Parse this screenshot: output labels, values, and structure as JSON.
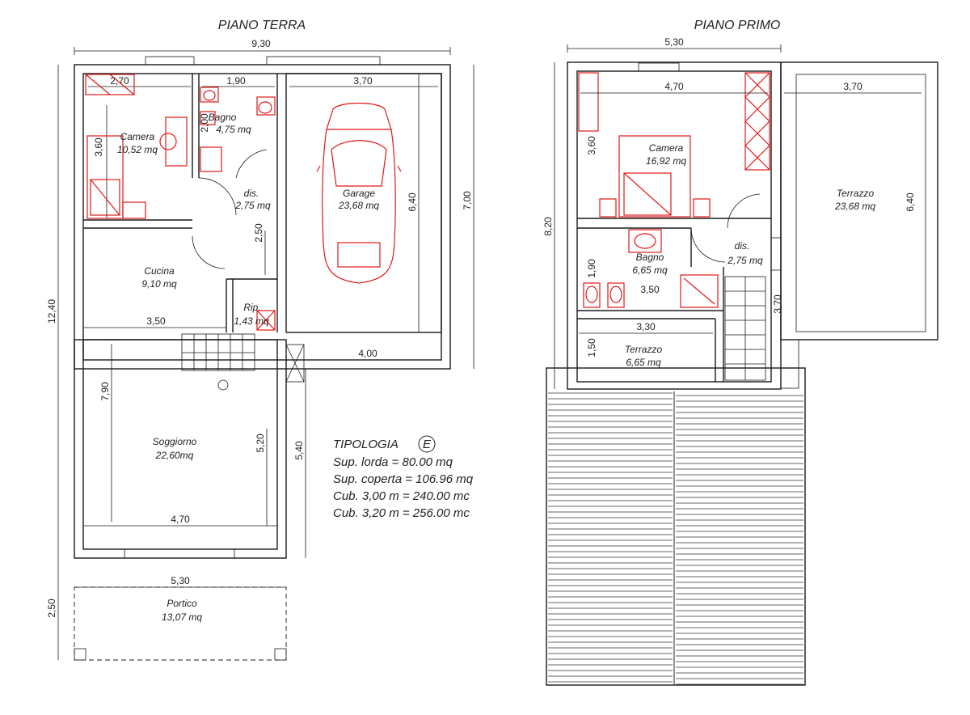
{
  "titles": {
    "ground": "PIANO TERRA",
    "first": "PIANO PRIMO"
  },
  "ground": {
    "dims": {
      "total_width": "9,30",
      "camera_w": "2,70",
      "bagno_w": "1,90",
      "garage_w": "3,70",
      "camera_h": "3,60",
      "bagno_h": "2,00",
      "dis_h": "2,50",
      "garage_h": "6,40",
      "right_total": "7,00",
      "left_total": "12,40",
      "cucina_w": "3,50",
      "garage_bottom": "4,00",
      "soggiorno_h": "7,90",
      "soggiorno_inner": "5,20",
      "right_lower": "5,40",
      "soggiorno_w": "4,70",
      "outer_w": "5,30",
      "portico_h": "2,50"
    },
    "rooms": {
      "camera_name": "Camera",
      "camera_area": "10,52 mq",
      "bagno_name": "Bagno",
      "bagno_area": "4,75 mq",
      "dis_name": "dis.",
      "dis_area": "2,75 mq",
      "garage_name": "Garage",
      "garage_area": "23,68 mq",
      "cucina_name": "Cucina",
      "cucina_area": "9,10 mq",
      "rip_name": "Rip.",
      "rip_area": "1,43 mq",
      "soggiorno_name": "Soggiorno",
      "soggiorno_area": "22,60mq",
      "portico_name": "Portico",
      "portico_area": "13,07 mq"
    }
  },
  "first": {
    "dims": {
      "total_width": "5,30",
      "camera_w": "4,70",
      "terrazzo_w": "3,70",
      "camera_h": "3,60",
      "left_total": "8,20",
      "terrazzo_h": "6,40",
      "bagno_h": "1,90",
      "bagno_w": "3,50",
      "stair_h": "3,70",
      "terrazzo2_w": "3,30",
      "terrazzo2_h": "1,50"
    },
    "rooms": {
      "camera_name": "Camera",
      "camera_area": "16,92 mq",
      "terrazzo_name": "Terrazzo",
      "terrazzo_area": "23,68 mq",
      "dis_name": "dis.",
      "dis_area": "2,75 mq",
      "bagno_name": "Bagno",
      "bagno_area": "6,65 mq",
      "terrazzo2_name": "Terrazzo",
      "terrazzo2_area": "6,65 mq"
    }
  },
  "info": {
    "tipologia": "TIPOLOGIA",
    "tipologia_letter": "E",
    "line1": "Sup. lorda = 80.00 mq",
    "line2": "Sup. coperta = 106.96 mq",
    "line3": "Cub. 3,00 m = 240.00 mc",
    "line4": "Cub. 3,20 m = 256.00 mc"
  }
}
